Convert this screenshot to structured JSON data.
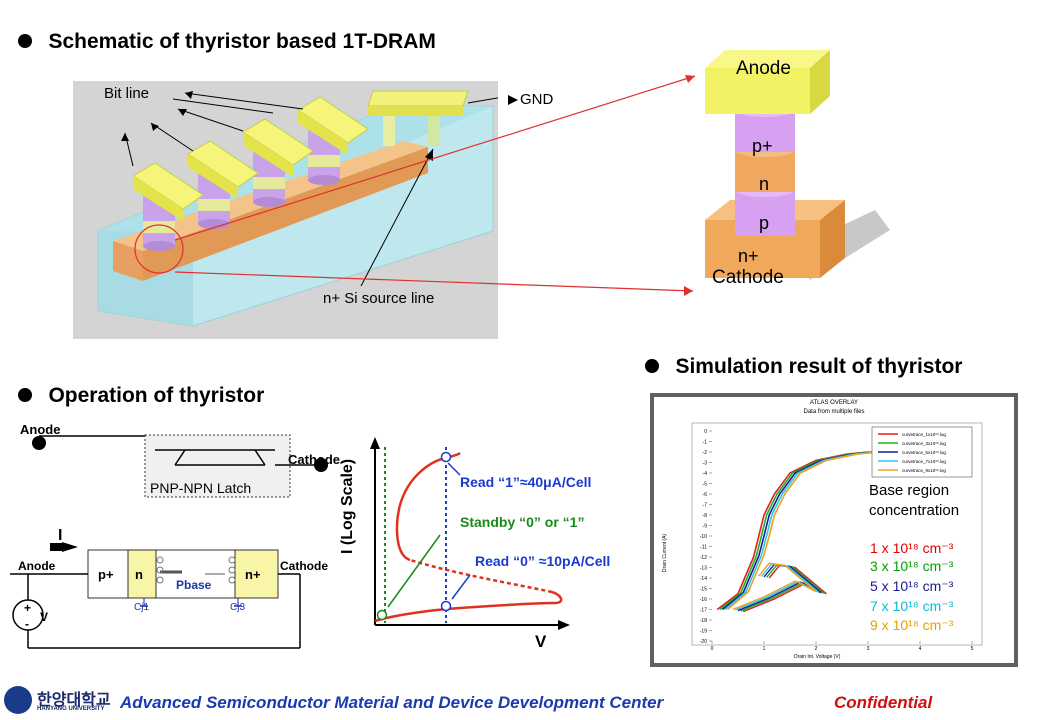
{
  "sections": {
    "schematic_title": "Schematic of thyristor based 1T-DRAM",
    "operation_title": "Operation of thyristor",
    "simulation_title": "Simulation result of thyristor"
  },
  "schematic": {
    "bit_line": "Bit line",
    "gnd": "GND",
    "source_line": "n+ Si source line"
  },
  "stack": {
    "anode": "Anode",
    "p_plus": "p+",
    "n": "n",
    "p": "p",
    "n_plus": "n+",
    "cathode": "Cathode"
  },
  "latch": {
    "anode": "Anode",
    "cathode": "Cathode",
    "name": "PNP-NPN Latch"
  },
  "device": {
    "current": "I",
    "anode": "Anode",
    "cathode": "Cathode",
    "p_plus": "p+",
    "n": "n",
    "n_plus": "n+",
    "pbase": "Pbase",
    "cj1": "Cj1",
    "cj3": "Cj3",
    "source_v": "V",
    "plus": "+",
    "minus": "-"
  },
  "iv": {
    "ylabel": "I (Log Scale)",
    "xlabel": "V",
    "read1": "Read “1”≈40μA/Cell",
    "standby": "Standby “0” or “1”",
    "read0": "Read “0” ≈10pA/Cell"
  },
  "sim": {
    "title": "ATLAS OVERLAY",
    "subtitle": "Data from multiple files",
    "xlabel": "Drain Int. Voltage (V)",
    "ylabel": "Drain Current (A)",
    "legend": [
      "curvetrace_1x10¹⁸.log",
      "curvetrace_3x10¹⁸.log",
      "curvetrace_5x10¹⁸.log",
      "curvetrace_7x10¹⁸.log",
      "curvetrace_9x10¹⁸.log"
    ],
    "legend_colors": [
      "#e02020",
      "#20b020",
      "#1a1aa0",
      "#30c8e0",
      "#f0a020"
    ],
    "conc_heading_1": "Base region",
    "conc_heading_2": "concentration",
    "conc": [
      {
        "label": "1 x 10¹⁸ cm⁻³",
        "color": "#e00000"
      },
      {
        "label": "3 x 10¹⁸ cm⁻³",
        "color": "#00a000"
      },
      {
        "label": "5 x 10¹⁸ cm⁻³",
        "color": "#1a1a90"
      },
      {
        "label": "7 x 10¹⁸ cm⁻³",
        "color": "#10b8d8"
      },
      {
        "label": "9 x 10¹⁸ cm⁻³",
        "color": "#e8a000"
      }
    ],
    "x_ticks": [
      "0",
      "1",
      "2",
      "3",
      "4",
      "5"
    ],
    "y_ticks": [
      "0",
      "-1",
      "-2",
      "-3",
      "-4",
      "-5",
      "-6",
      "-7",
      "-8",
      "-9",
      "-10",
      "-11",
      "-12",
      "-13",
      "-14",
      "-15",
      "-16",
      "-17",
      "-18",
      "-19",
      "-20"
    ]
  },
  "footer": {
    "univ_kr": "한양대학교",
    "univ_en": "HANYANG UNIVERSITY",
    "center": "Advanced Semiconductor Material and Device Development Center",
    "confidential": "Confidential"
  }
}
